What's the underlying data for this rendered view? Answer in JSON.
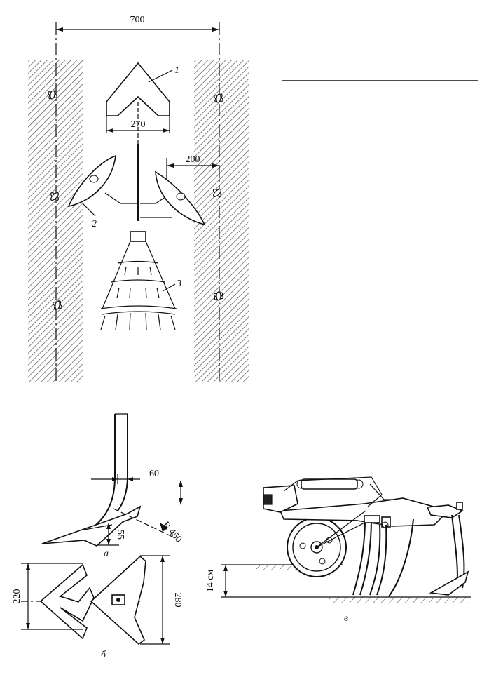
{
  "top_diagram": {
    "dimensions": {
      "row_spacing": "700",
      "share_width": "270",
      "protection_zone": "200"
    },
    "callouts": [
      "1",
      "2",
      "3"
    ]
  },
  "shank_views": {
    "dimensions": {
      "offset": "60",
      "radius": "R 450",
      "height": "55",
      "width_left": "220",
      "width_right": "280"
    },
    "captions": {
      "side": "а",
      "plan": "б"
    }
  },
  "machine_view": {
    "depth_label": "14 см",
    "caption": "в"
  }
}
